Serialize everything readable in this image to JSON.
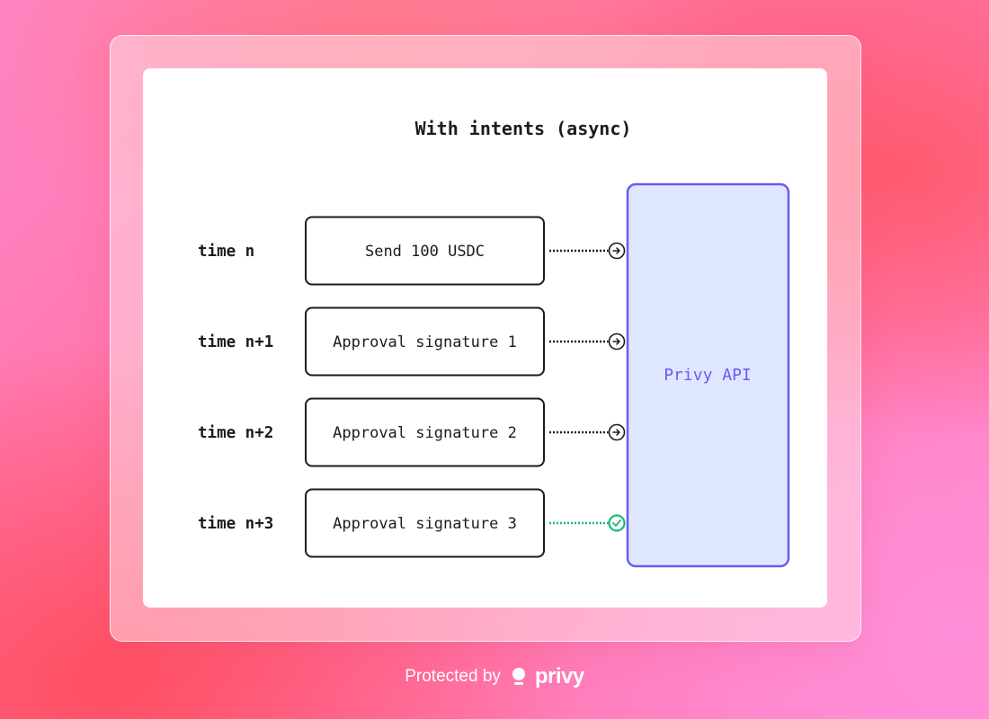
{
  "diagram": {
    "title": "With intents (async)",
    "steps": [
      {
        "time": "time n",
        "label": "Send 100 USDC",
        "status": "sent"
      },
      {
        "time": "time n+1",
        "label": "Approval signature 1",
        "status": "sent"
      },
      {
        "time": "time n+2",
        "label": "Approval signature 2",
        "status": "sent"
      },
      {
        "time": "time n+3",
        "label": "Approval signature 3",
        "status": "approved"
      }
    ],
    "api_label": "Privy API",
    "icons": {
      "sent": "arrow-right-circle-icon",
      "approved": "checkmark-circle-icon"
    },
    "colors": {
      "ink": "#1b1b22",
      "api_stroke": "#6a5cf0",
      "api_fill": "#dfe6ff",
      "approved": "#1fb877"
    }
  },
  "footer": {
    "prefix": "Protected by",
    "brand": "privy"
  }
}
